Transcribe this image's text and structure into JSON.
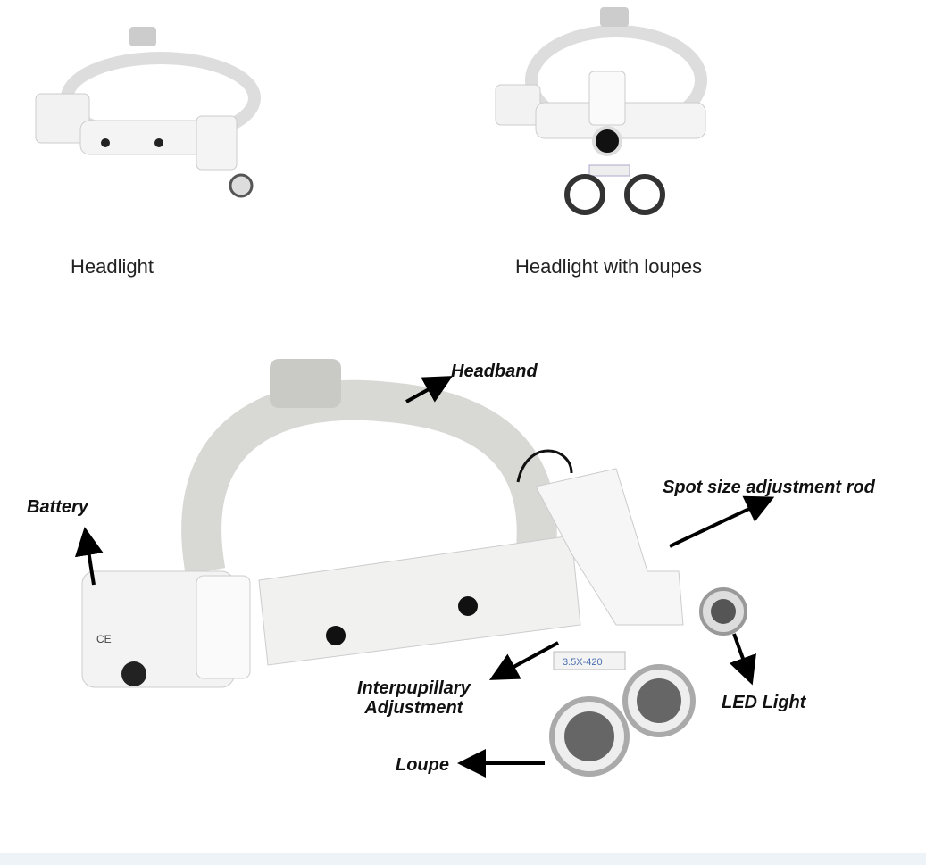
{
  "captions": {
    "headlight": "Headlight",
    "headlight_with_loupes": "Headlight with loupes"
  },
  "labels": {
    "headband": "Headband",
    "battery": "Battery",
    "spot_size": "Spot size adjustment rod",
    "interpupillary_line1": "Interpupillary",
    "interpupillary_line2": "Adjustment",
    "led_light": "LED Light",
    "loupe": "Loupe"
  },
  "markings": {
    "loupe_model": "3.5X-420",
    "ce_mark": "CE"
  }
}
